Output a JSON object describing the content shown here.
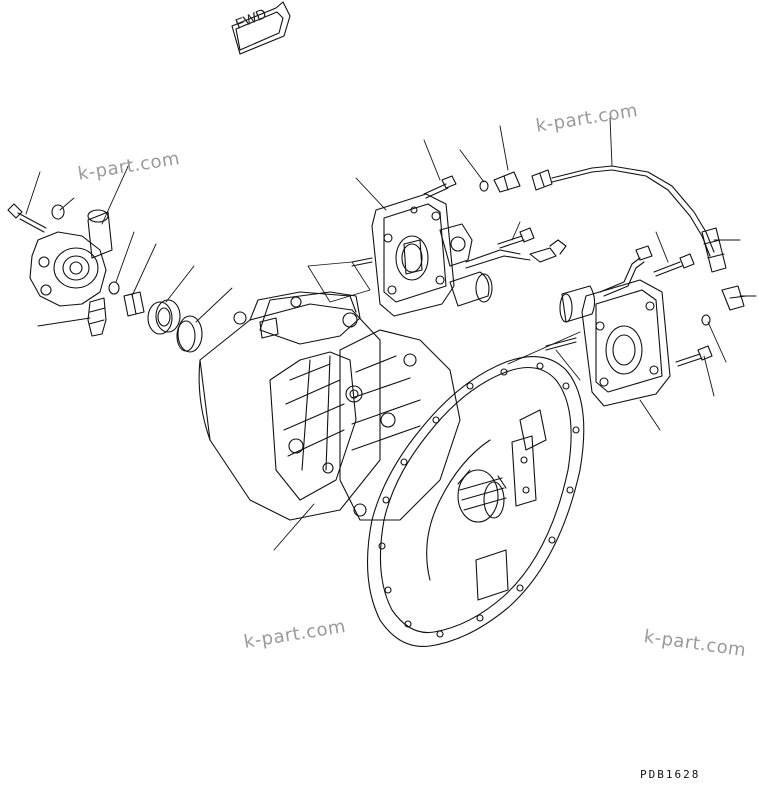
{
  "fwd_label": "FWD",
  "watermark": "k-part.com",
  "drawing_code": "PDB1628"
}
